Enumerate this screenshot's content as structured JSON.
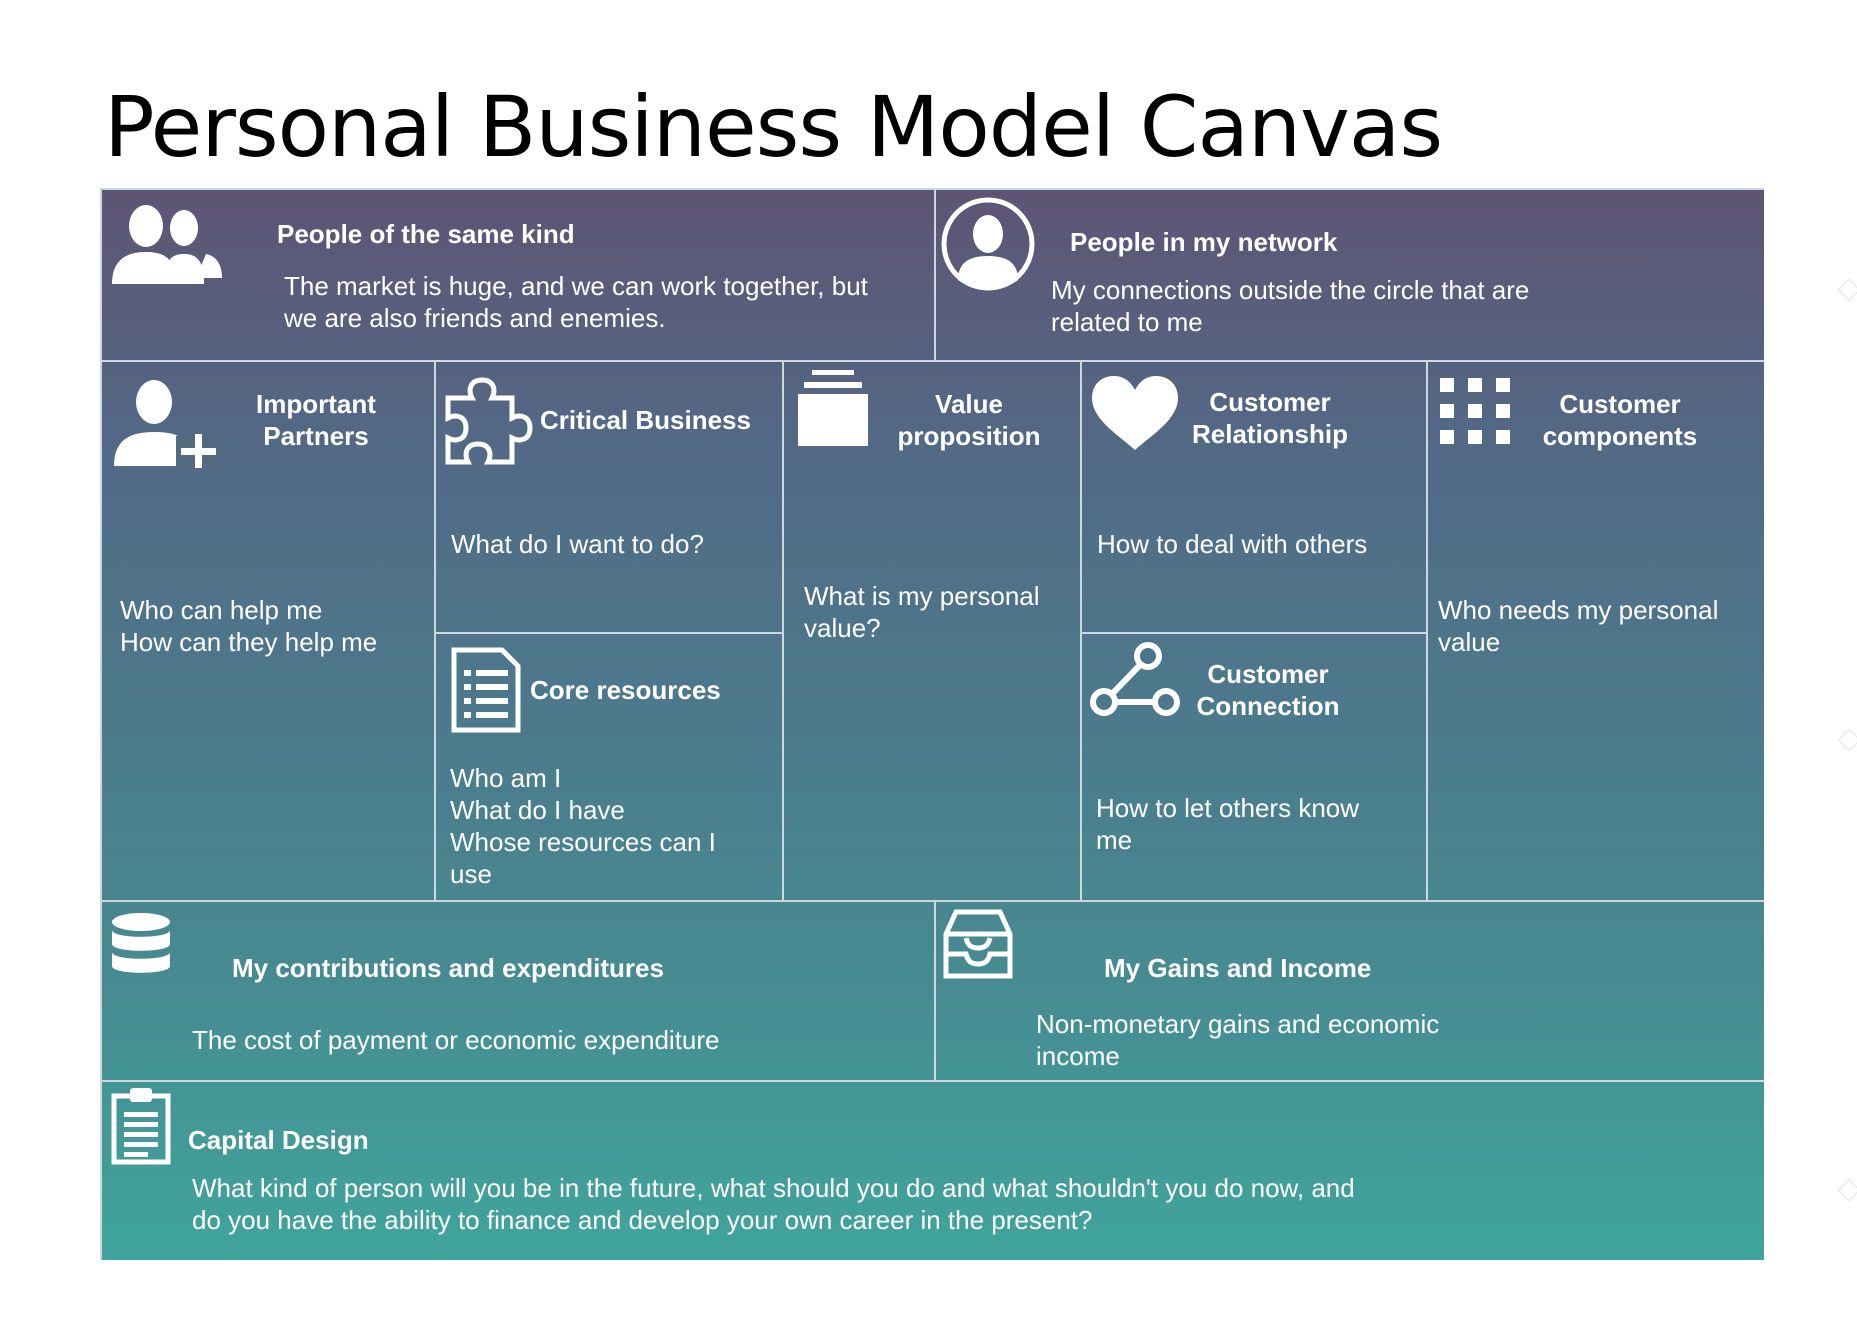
{
  "title": "Personal Business Model Canvas",
  "colors": {
    "top": "#5e5474",
    "middle": "#4c7a8c",
    "bottom": "#40a59c",
    "divider": "#cfd7de"
  },
  "blocks": {
    "same_kind": {
      "icon": "two-people-icon",
      "heading": "People of the same kind",
      "text": "The market is huge, and we can work together, but\nwe are also friends and enemies."
    },
    "network": {
      "icon": "person-circle-icon",
      "heading": "People in my network",
      "text": "My connections outside the circle that are\nrelated to me"
    },
    "partners": {
      "icon": "add-person-icon",
      "heading": "Important\nPartners",
      "text": "Who can help me\nHow can they help me"
    },
    "critical": {
      "icon": "puzzle-icon",
      "heading": "Critical Business",
      "text": "What do I want to do?"
    },
    "resources": {
      "icon": "document-list-icon",
      "heading": "Core resources",
      "text": "Who am I\nWhat do I have\nWhose resources can I\nuse"
    },
    "value": {
      "icon": "stacked-cards-icon",
      "heading": "Value\nproposition",
      "text": "What is my personal\nvalue?"
    },
    "relationship": {
      "icon": "heart-icon",
      "heading": "Customer\nRelationship",
      "text": "How to deal with others"
    },
    "connection": {
      "icon": "share-nodes-icon",
      "heading": "Customer\nConnection",
      "text": "How to let others know\nme"
    },
    "components": {
      "icon": "grid-dots-icon",
      "heading": "Customer\ncomponents",
      "text": "Who needs my personal\nvalue"
    },
    "contributions": {
      "icon": "database-icon",
      "heading": "My contributions and expenditures",
      "text": "The cost of payment or economic expenditure"
    },
    "gains": {
      "icon": "inbox-icon",
      "heading": "My Gains and Income",
      "text": "Non-monetary gains and economic\nincome"
    },
    "capital": {
      "icon": "clipboard-icon",
      "heading": "Capital Design",
      "text": "What kind of person will you be in the future, what should you do and what shouldn't you do now, and\ndo you have the ability to finance and develop your own career in the present?"
    }
  }
}
